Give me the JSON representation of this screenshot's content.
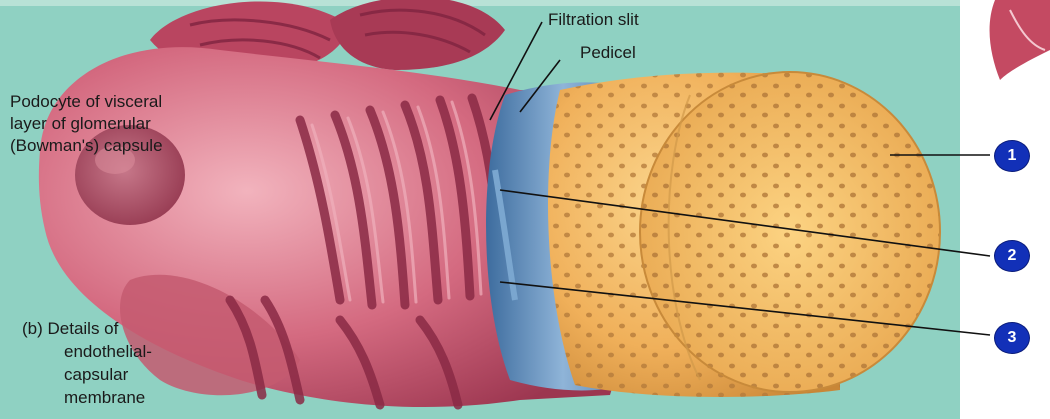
{
  "labels": {
    "filtration_slit": "Filtration slit",
    "pedicel": "Pedicel",
    "podocyte_line1": "Podocyte of  visceral",
    "podocyte_line2": "layer of glomerular",
    "podocyte_line3": "(Bowman's) capsule",
    "caption_line1": "(b) Details of",
    "caption_line2": "endothelial-",
    "caption_line3": "capsular",
    "caption_line4": "membrane"
  },
  "callouts": [
    "1",
    "2",
    "3"
  ],
  "colors": {
    "background_panel": "#8fd1c2",
    "podocyte": "#c4566c",
    "podocyte_light": "#e9a0ad",
    "endothelium": "#eeb25a",
    "basement_membrane": "#6a8fb8",
    "callout_badge": "#1230b8"
  }
}
